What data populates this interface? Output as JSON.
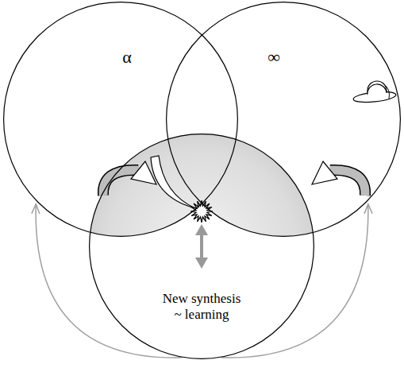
{
  "diagram": {
    "nodes": [
      {
        "text": [
          "α"
        ]
      },
      {
        "text": [
          "∞"
        ]
      },
      {
        "text": [
          "New synthesis ~ learning"
        ]
      }
    ],
    "edges": [
      {
        "from": 2,
        "to": 0,
        "arrow": "to"
      },
      {
        "from": 2,
        "to": 1,
        "arrow": "to"
      }
    ]
  }
}
